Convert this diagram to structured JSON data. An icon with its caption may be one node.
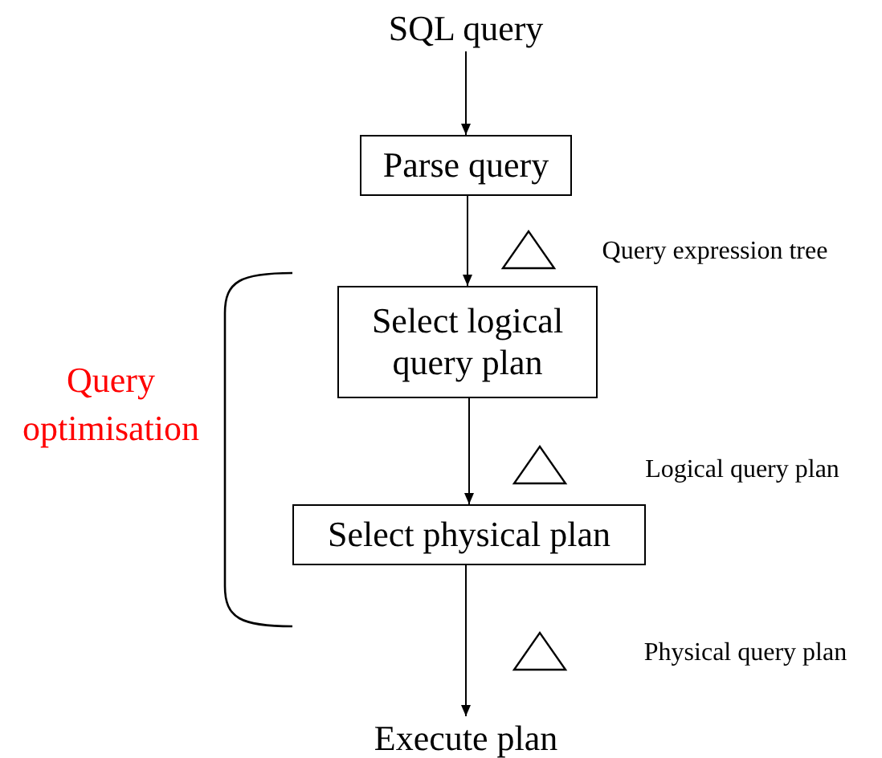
{
  "diagram": {
    "nodes": [
      {
        "text": [
          "SQL query"
        ]
      },
      {
        "text": [
          "Parse query"
        ]
      },
      {
        "text": [
          "Select logical query plan"
        ]
      },
      {
        "text": [
          "Select physical plan"
        ]
      },
      {
        "text": [
          "Execute plan"
        ]
      }
    ],
    "edges": [
      {
        "from": 0,
        "to": 1,
        "arrow": "to"
      },
      {
        "from": 1,
        "to": 2,
        "arrow": "to"
      },
      {
        "from": 2,
        "to": 3,
        "arrow": "to"
      },
      {
        "from": 3,
        "to": 4,
        "arrow": "to"
      }
    ],
    "labels": [
      "Query expression tree",
      "Logical query plan",
      "Physical query plan",
      "Query optimisation"
    ]
  }
}
